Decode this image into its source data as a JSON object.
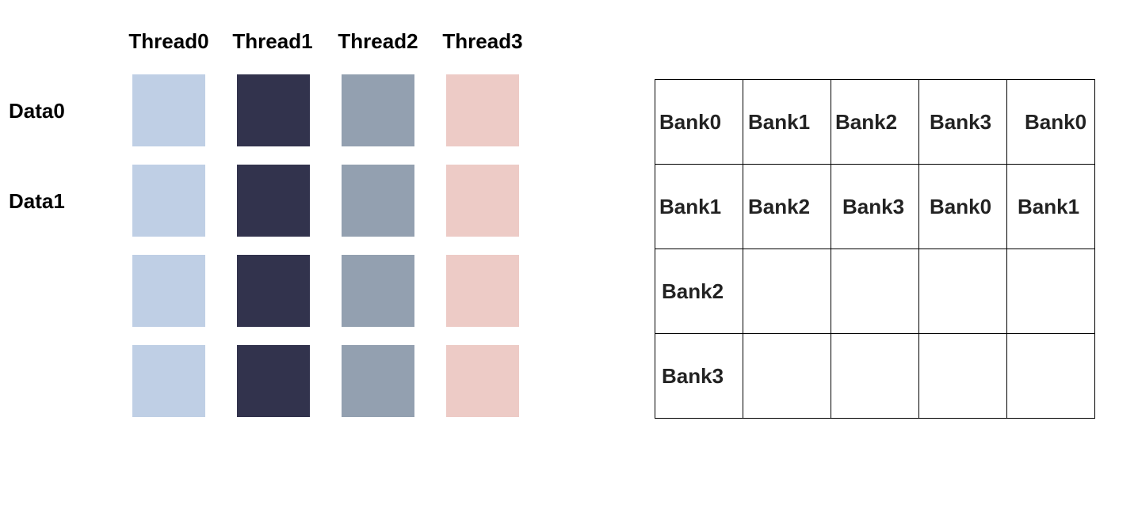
{
  "threads": {
    "labels": [
      "Thread0",
      "Thread1",
      "Thread2",
      "Thread3"
    ],
    "colors": [
      "#bfcfe5",
      "#32334d",
      "#93a0b0",
      "#edcbc6"
    ]
  },
  "data_rows": {
    "labels": [
      "Data0",
      "Data1",
      "",
      ""
    ]
  },
  "bank_table": {
    "rows": [
      [
        "Bank0",
        "Bank1",
        "Bank2",
        "Bank3",
        "Bank0"
      ],
      [
        "Bank1",
        "Bank2",
        "Bank3",
        "Bank0",
        "Bank1"
      ],
      [
        "Bank2",
        "",
        "",
        "",
        ""
      ],
      [
        "Bank3",
        "",
        "",
        "",
        ""
      ]
    ]
  }
}
